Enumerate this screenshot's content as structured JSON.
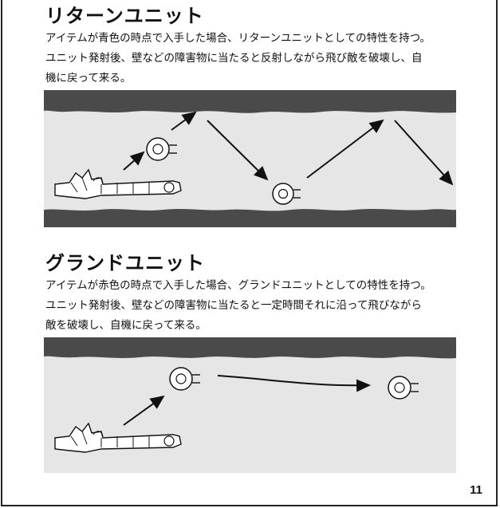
{
  "sections": [
    {
      "title": "リターンユニット",
      "lines": [
        "アイテムが青色の時点で入手した場合、リターンユニットとしての特性を持つ。",
        "ユニット発射後、壁などの障害物に当たると反射しながら飛び敵を破壊し、自",
        "機に戻って来る。"
      ]
    },
    {
      "title": "グランドユニット",
      "lines": [
        "アイテムが赤色の時点で入手した場合、グランドユニットとしての特性を持つ。",
        "ユニット発射後、壁などの障害物に当たると一定時間それに沿って飛びながら",
        "敵を破壊し、自機に戻って来る。"
      ]
    }
  ],
  "page_number": "11",
  "colors": {
    "wall": "#4a4a4a",
    "floor": "#e6e6e6",
    "ink": "#111111"
  },
  "icons": [
    "ship-illustration",
    "unit-illustration",
    "arrow-icon"
  ]
}
